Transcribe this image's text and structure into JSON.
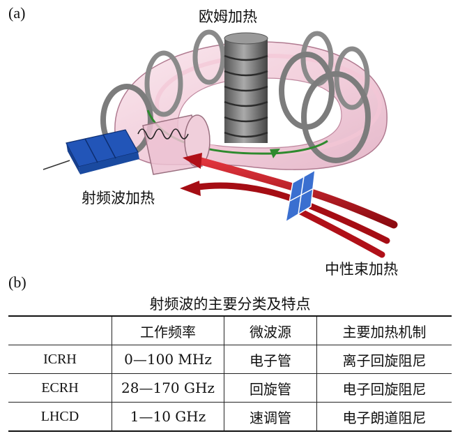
{
  "labels": {
    "panel_a": "(a)",
    "panel_b": "(b)",
    "ohmic_heating": "欧姆加热",
    "rf_heating": "射频波加热",
    "neutral_beam_heating": "中性束加热"
  },
  "table": {
    "caption": "射频波的主要分类及特点",
    "headers": [
      "",
      "工作频率",
      "微波源",
      "主要加热机制"
    ],
    "rows": [
      [
        "ICRH",
        "0—100 MHz",
        "电子管",
        "离子回旋阻尼"
      ],
      [
        "ECRH",
        "28—170 GHz",
        "回旋管",
        "电子回旋阻尼"
      ],
      [
        "LHCD",
        "1—10 GHz",
        "速调管",
        "电子朗道阻尼"
      ]
    ]
  },
  "colors": {
    "torus_pink": "#e8a9c0",
    "coil_gray": "#8a8a8a",
    "antenna_blue": "#2255b8",
    "beam_red": "#b01018",
    "current_green": "#2e8a2e"
  }
}
